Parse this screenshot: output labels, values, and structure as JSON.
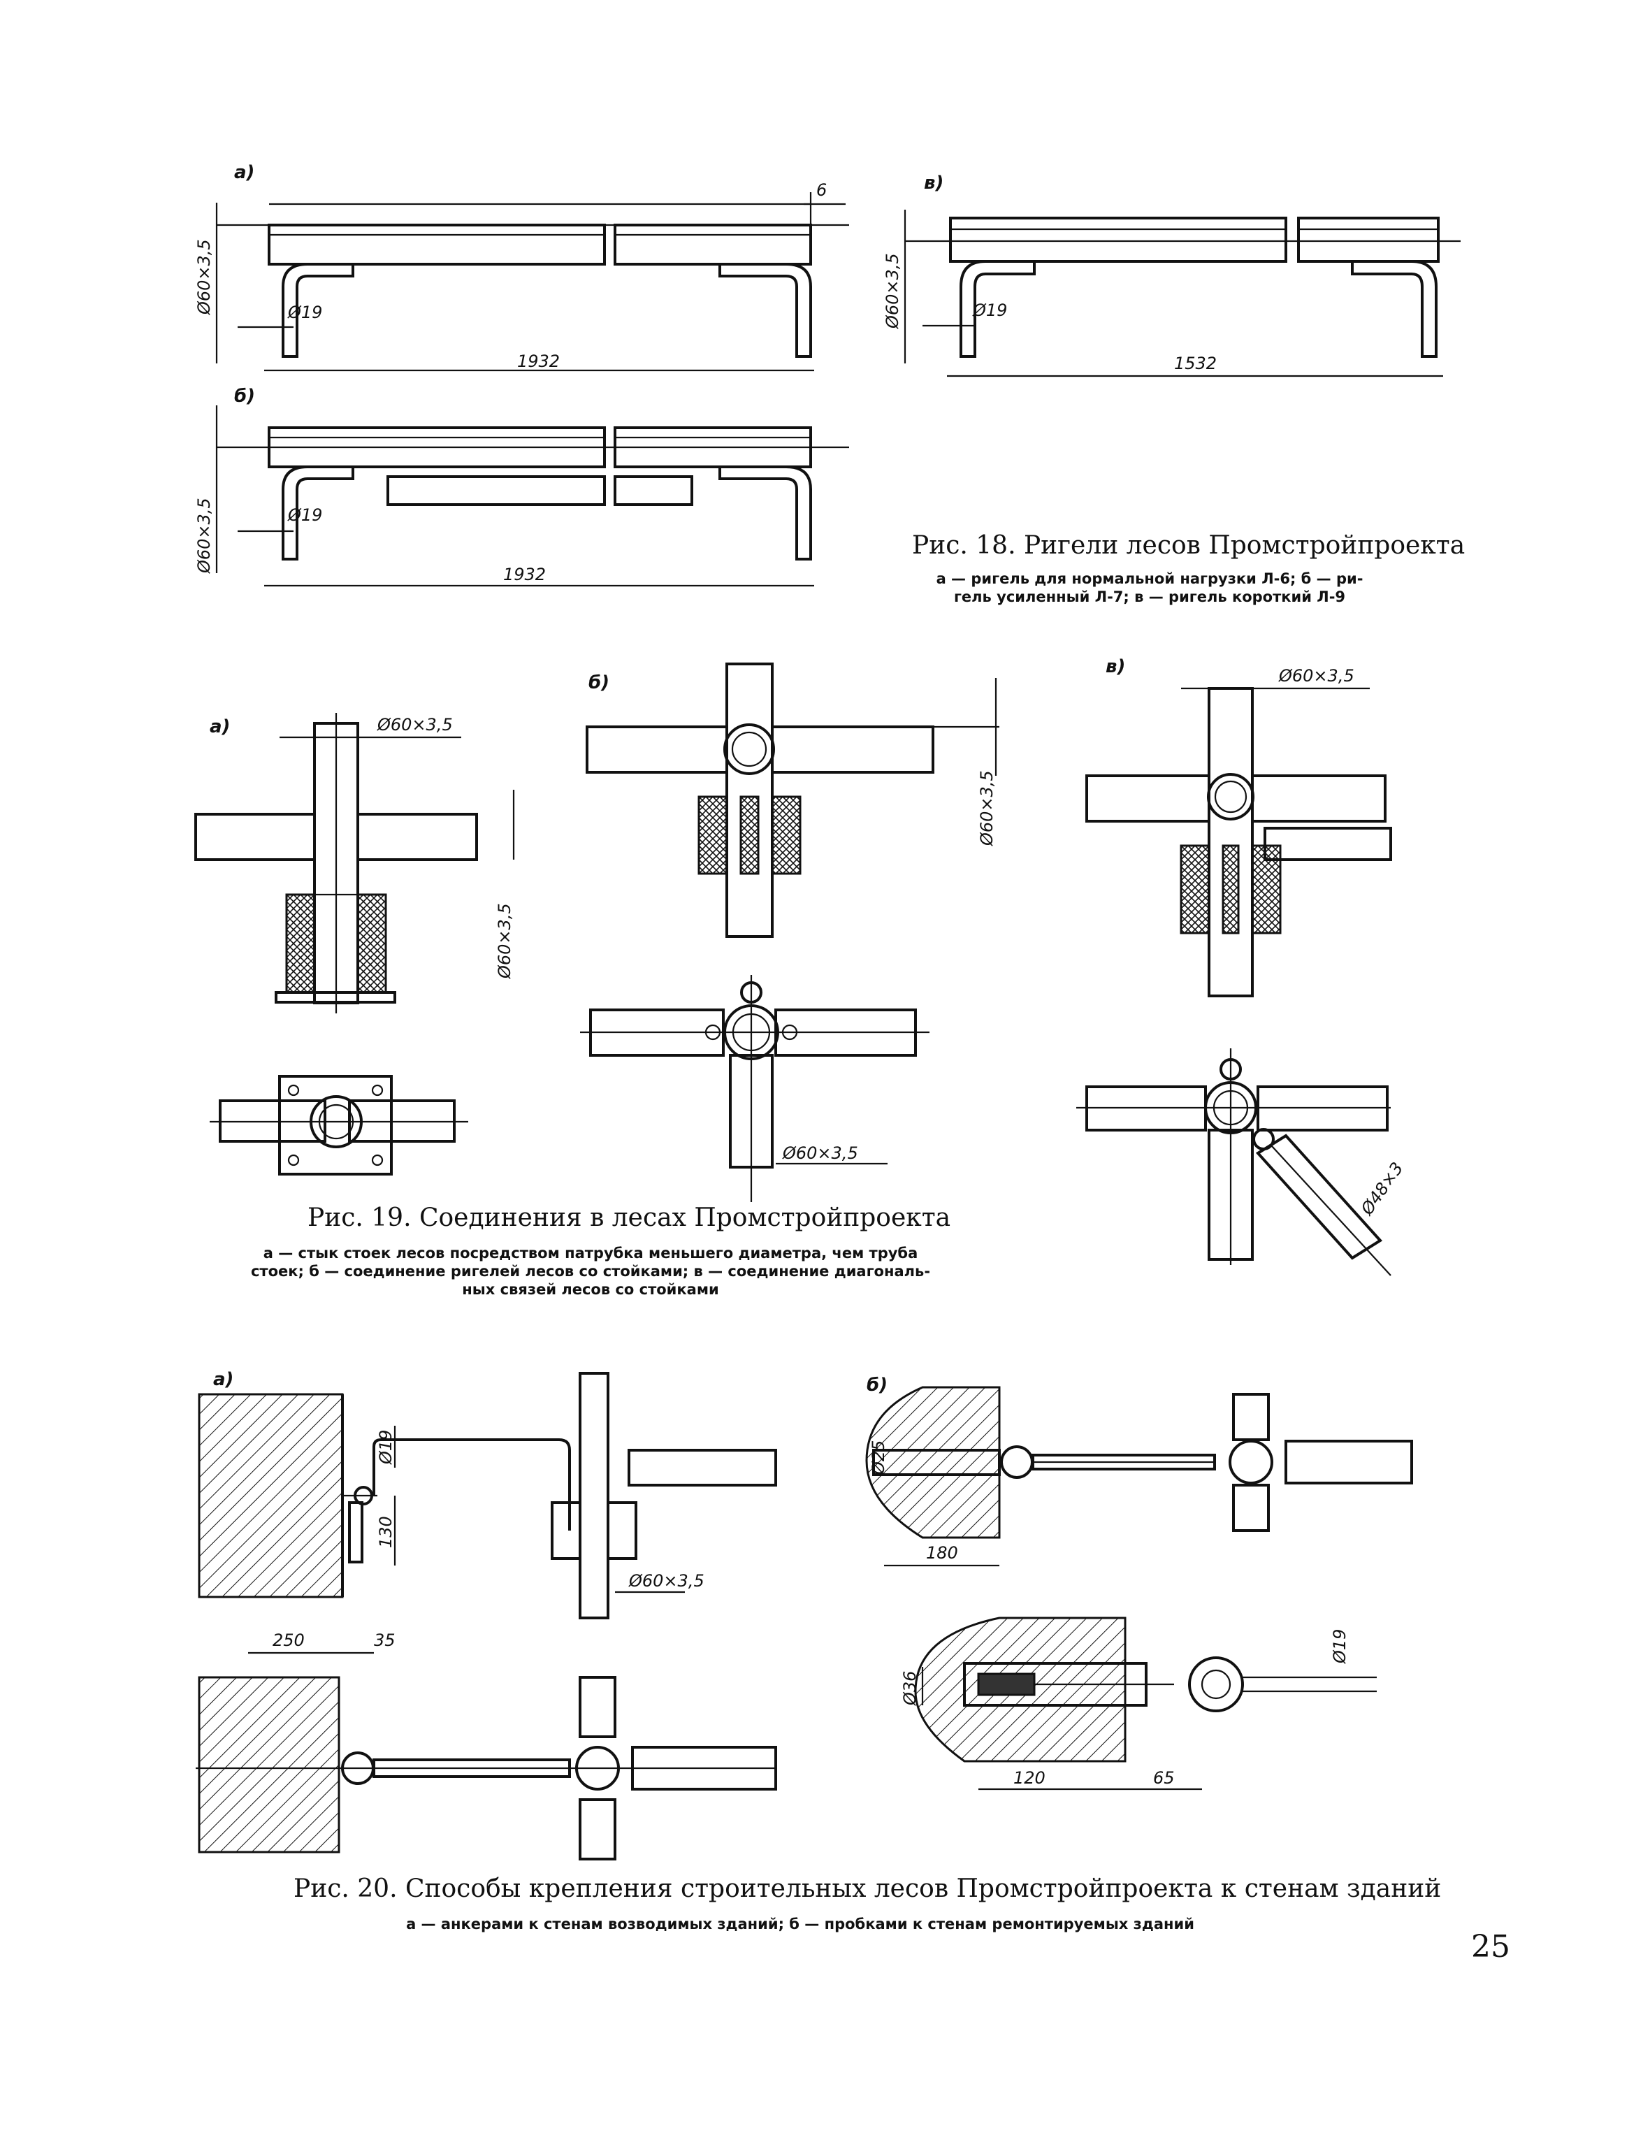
{
  "fig18": {
    "label_a": "а)",
    "label_b": "б)",
    "label_v": "в)",
    "dim_tube": "Ø60×3,5",
    "dim_pin": "Ø19",
    "dim_6": "6",
    "len_a": "1932",
    "len_b": "1932",
    "len_v": "1532",
    "title": "Рис. 18. Ригели лесов Промстройпроекта",
    "caption_line1": "а — ригель для нормальной нагрузки Л-6; б — ри-",
    "caption_line2": "гель усиленный Л-7; в — ригель короткий Л-9"
  },
  "fig19": {
    "label_a": "а)",
    "label_b": "б)",
    "label_v": "в)",
    "dim_tube": "Ø60×3,5",
    "dim_diag": "Ø48×3",
    "title": "Рис. 19. Соединения в лесах Промстройпроекта",
    "caption_line1": "а — стык стоек лесов посредством патрубка меньшего диаметра, чем труба",
    "caption_line2": "стоек; б — соединение ригелей лесов со стойками; в — соединение диагональ-",
    "caption_line3": "ных связей лесов со стойками"
  },
  "fig20": {
    "label_a": "а)",
    "label_b": "б)",
    "dim_19": "Ø19",
    "dim_130": "130",
    "dim_tube": "Ø60×3,5",
    "dim_250": "250",
    "dim_35": "35",
    "dim_d25": "Ø25",
    "dim_180": "180",
    "dim_d36": "Ø36",
    "dim_120": "120",
    "dim_65": "65",
    "title": "Рис. 20. Способы крепления строительных лесов Промстройпроекта к стенам зданий",
    "caption_line1": "а — анкерами к стенам возводимых зданий; б — пробками к стенам ремонтируемых зданий"
  },
  "page_number": "25"
}
